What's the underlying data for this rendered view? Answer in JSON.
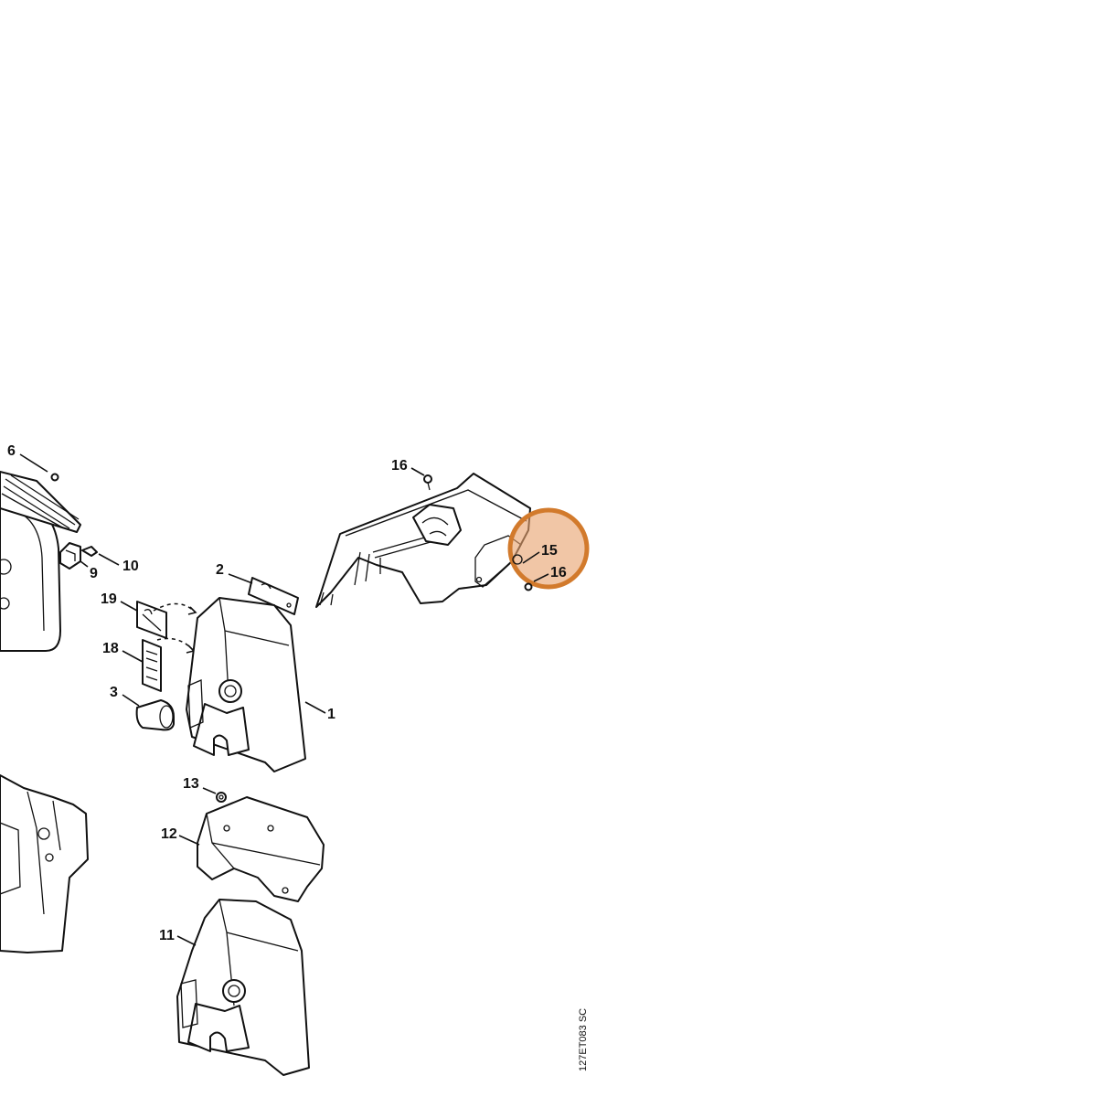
{
  "callouts": {
    "c1": "1",
    "c2": "2",
    "c3": "3",
    "c6": "6",
    "c9": "9",
    "c10": "10",
    "c11": "11",
    "c12": "12",
    "c13": "13",
    "c15": "15",
    "c16a": "16",
    "c16b": "16",
    "c18": "18",
    "c19": "19"
  },
  "drawing_code": "127ET083 SC",
  "highlight": {
    "color": "#e8a36f",
    "ring_color": "#d27a2c"
  }
}
